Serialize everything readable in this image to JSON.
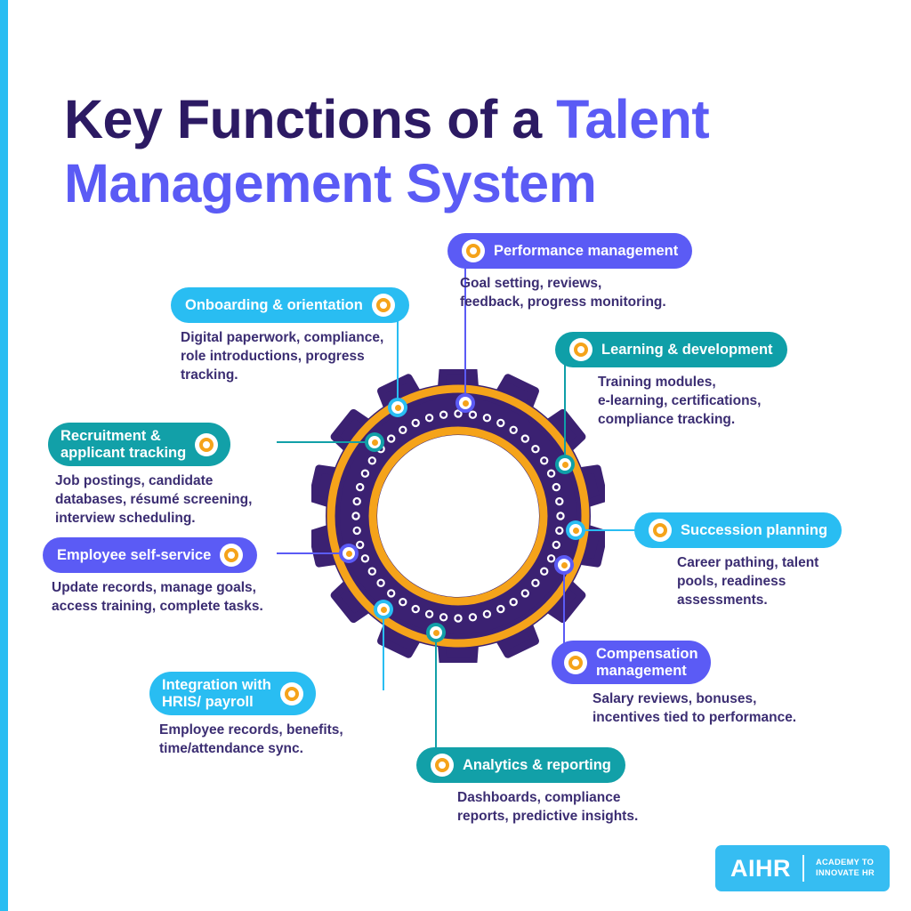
{
  "theme": {
    "background": "#ffffff",
    "edge_stripe": "#29bdf2",
    "title_dark": "#2c1a63",
    "title_accent": "#5b5bf5",
    "body_text": "#3b2d72",
    "gear_body": "#3b2172",
    "gear_ring": "#f5a31a",
    "gear_hub": "#ffffff",
    "node_core": "#f5a31a"
  },
  "title": {
    "line1_dark": "Key Functions of a ",
    "line1_accent": "Talent",
    "line2_accent": "Management System"
  },
  "callouts": [
    {
      "id": "performance-management",
      "label": "Performance management",
      "description": "Goal setting, reviews,\nfeedback, progress monitoring.",
      "color": "#5b5bf5",
      "icon": "ring-icon",
      "side": "top"
    },
    {
      "id": "onboarding-orientation",
      "label": "Onboarding & orientation",
      "description": "Digital paperwork, compliance,\nrole introductions, progress\ntracking.",
      "color": "#29bdf2",
      "icon": "ring-icon",
      "side": "left"
    },
    {
      "id": "learning-development",
      "label": "Learning & development",
      "description": "Training modules,\ne-learning, certifications,\ncompliance tracking.",
      "color": "#0f9fa8",
      "icon": "ring-icon",
      "side": "right"
    },
    {
      "id": "recruitment-applicant-tracking",
      "label": "Recruitment &\napplicant tracking",
      "description": "Job postings, candidate\ndatabases, résumé screening,\ninterview scheduling.",
      "color": "#12a0a8",
      "icon": "ring-icon",
      "side": "left"
    },
    {
      "id": "employee-self-service",
      "label": "Employee self-service",
      "description": "Update records, manage goals,\naccess training, complete tasks.",
      "color": "#5b5bf5",
      "icon": "ring-icon",
      "side": "left"
    },
    {
      "id": "succession-planning",
      "label": "Succession planning",
      "description": "Career pathing, talent\npools, readiness\nassessments.",
      "color": "#29bdf2",
      "icon": "ring-icon",
      "side": "right"
    },
    {
      "id": "compensation-management",
      "label": "Compensation\nmanagement",
      "description": "Salary reviews, bonuses,\nincentives tied to performance.",
      "color": "#5b5bf5",
      "icon": "ring-icon",
      "side": "right"
    },
    {
      "id": "integration-hris-payroll",
      "label": "Integration with\nHRIS/ payroll",
      "description": "Employee records, benefits,\ntime/attendance sync.",
      "color": "#29bdf2",
      "icon": "ring-icon",
      "side": "left"
    },
    {
      "id": "analytics-reporting",
      "label": "Analytics & reporting",
      "description": "Dashboards, compliance\nreports, predictive insights.",
      "color": "#12a0a8",
      "icon": "ring-icon",
      "side": "bottom"
    }
  ],
  "logo": {
    "name": "AIHR",
    "tagline": "ACADEMY TO\nINNOVATE HR",
    "color": "#36bdf2"
  }
}
